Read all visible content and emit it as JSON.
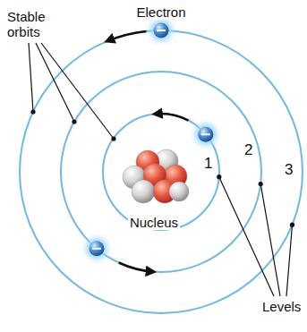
{
  "diagram": {
    "labels": [
      "Electron",
      "Stable orbits",
      "Nucleus",
      "1",
      "2",
      "3",
      "Levels"
    ]
  }
}
